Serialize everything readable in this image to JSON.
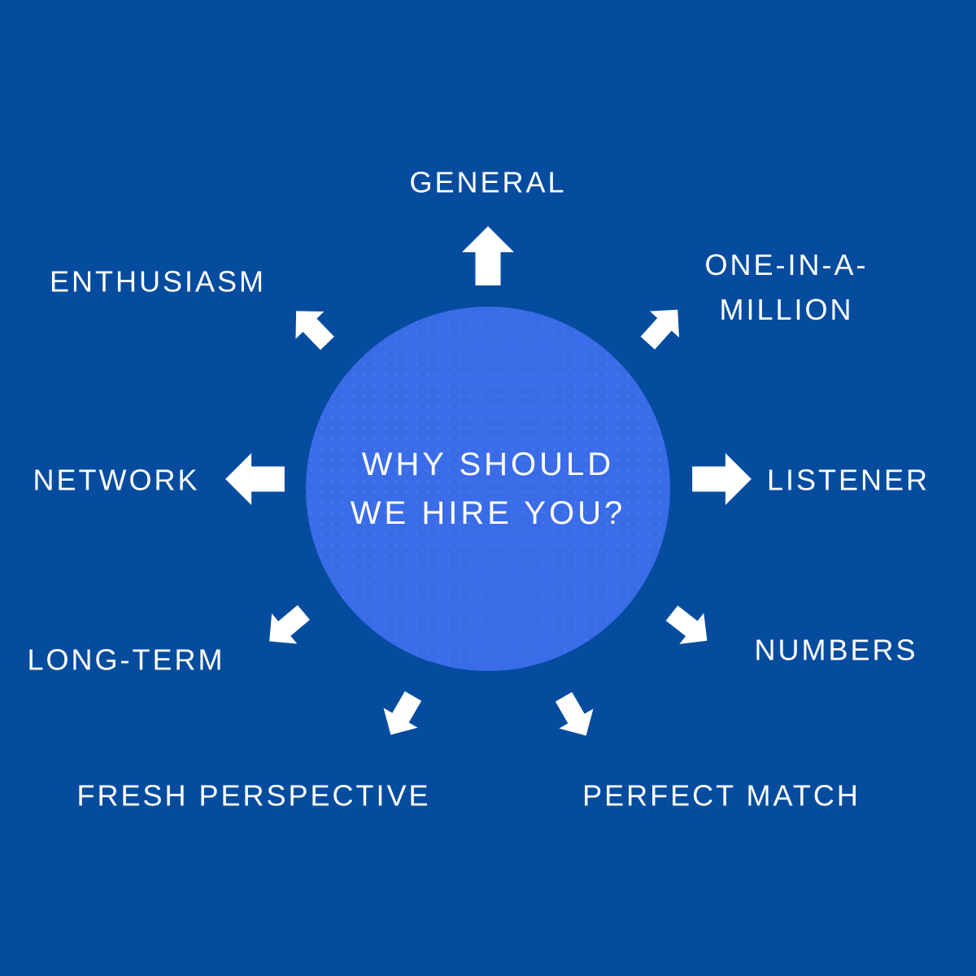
{
  "center": {
    "lines": [
      "WHY SHOULD",
      "WE HIRE YOU?"
    ]
  },
  "spokes": [
    {
      "id": "general",
      "lines": [
        "GENERAL"
      ],
      "arrow_direction": "up"
    },
    {
      "id": "one-in-a-million",
      "lines": [
        "ONE-IN-A-",
        "MILLION"
      ],
      "arrow_direction": "up-right"
    },
    {
      "id": "listener",
      "lines": [
        "LISTENER"
      ],
      "arrow_direction": "right"
    },
    {
      "id": "numbers",
      "lines": [
        "NUMBERS"
      ],
      "arrow_direction": "down-right"
    },
    {
      "id": "perfect-match",
      "lines": [
        "PERFECT MATCH"
      ],
      "arrow_direction": "down-right-steep"
    },
    {
      "id": "fresh-perspective",
      "lines": [
        "FRESH PERSPECTIVE"
      ],
      "arrow_direction": "down-left-steep"
    },
    {
      "id": "long-term",
      "lines": [
        "LONG-TERM"
      ],
      "arrow_direction": "down-left"
    },
    {
      "id": "network",
      "lines": [
        "NETWORK"
      ],
      "arrow_direction": "left"
    },
    {
      "id": "enthusiasm",
      "lines": [
        "ENTHUSIASM"
      ],
      "arrow_direction": "up-left"
    }
  ],
  "colors": {
    "background": "#054c9f",
    "circle_fill": "#3a6ce8",
    "text": "#ffffff",
    "arrow": "#ffffff"
  }
}
